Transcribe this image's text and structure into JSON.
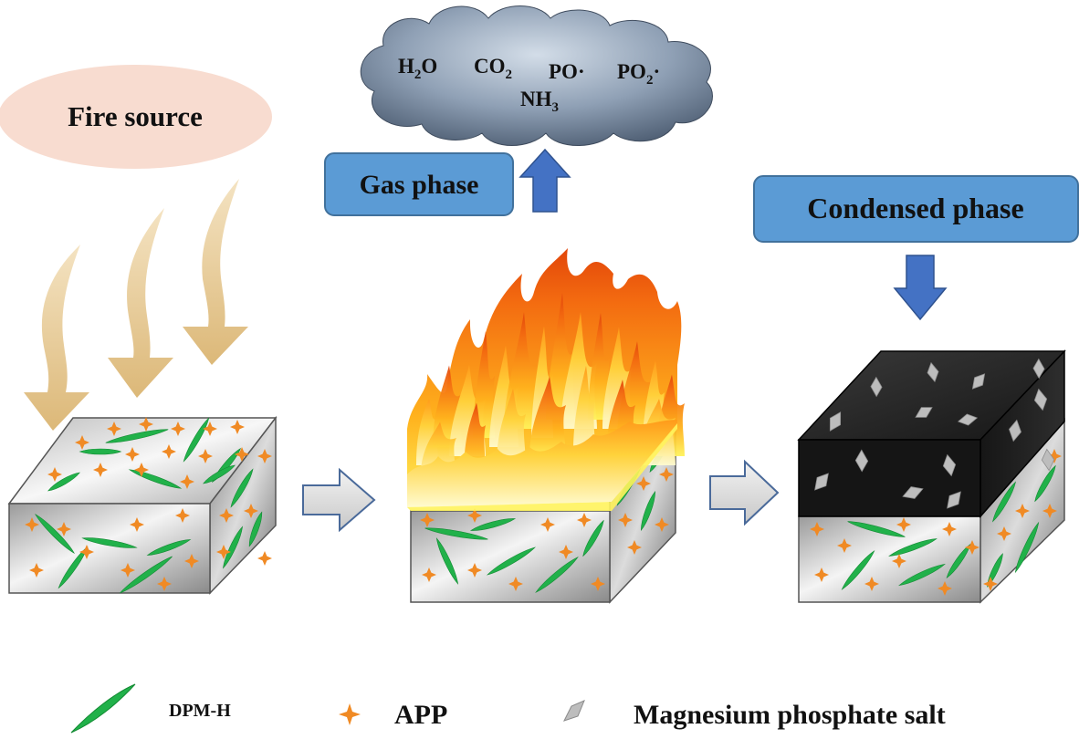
{
  "fire_source": {
    "label": "Fire source"
  },
  "cloud": {
    "line1": [
      {
        "base": "H",
        "sub": "2",
        "rest": "O"
      },
      {
        "base": "CO",
        "sub": "2",
        "rest": ""
      },
      {
        "base": "PO·",
        "sub": "",
        "rest": ""
      },
      {
        "base": "PO",
        "sub": "2",
        "rest": "·"
      }
    ],
    "line2": {
      "base": "NH",
      "sub": "3",
      "rest": ""
    }
  },
  "gas_phase": {
    "label": "Gas phase"
  },
  "condensed_phase": {
    "label": "Condensed phase"
  },
  "legend": {
    "dpm_h": "DPM-H",
    "app": "APP",
    "mg_salt": "Magnesium phosphate salt"
  },
  "colors": {
    "phase_box_fill": "#5b9bd5",
    "phase_box_stroke": "#41719c",
    "up_arrow": "#4472c4",
    "fire_source_fill": "#f8dcd0",
    "heat_arrow": "#e6c890",
    "dpm_h": "#21b14a",
    "app": "#f08a24",
    "char": "#111111",
    "mg_salt": "#bdbdbd"
  }
}
